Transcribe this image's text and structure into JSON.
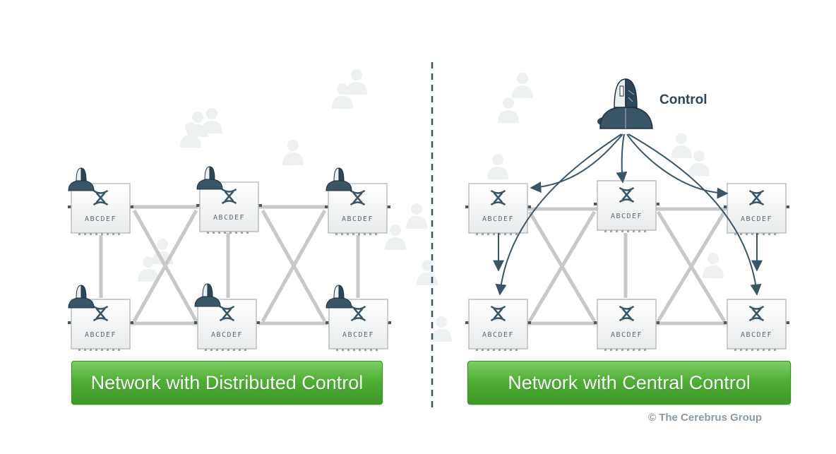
{
  "left_panel": {
    "caption": "Network with Distributed Control",
    "switches": [
      {
        "label": "ABCDEF"
      },
      {
        "label": "ABCDEF"
      },
      {
        "label": "ABCDEF"
      },
      {
        "label": "ABCDEF"
      },
      {
        "label": "ABCDEF"
      },
      {
        "label": "ABCDEF"
      }
    ]
  },
  "right_panel": {
    "caption": "Network with Central Control",
    "control_label": "Control",
    "switches": [
      {
        "label": "ABCDEF"
      },
      {
        "label": "ABCDEF"
      },
      {
        "label": "ABCDEF"
      },
      {
        "label": "ABCDEF"
      },
      {
        "label": "ABCDEF"
      },
      {
        "label": "ABCDEF"
      }
    ]
  },
  "copyright": "© The Cerebrus Group",
  "colors": {
    "banner_green": "#4fae36",
    "link_gray": "#c8c8c8",
    "arrow_dark": "#3a5566",
    "control_text": "#2d4658"
  },
  "icons": [
    "switch-icon",
    "controller-person-icon"
  ]
}
